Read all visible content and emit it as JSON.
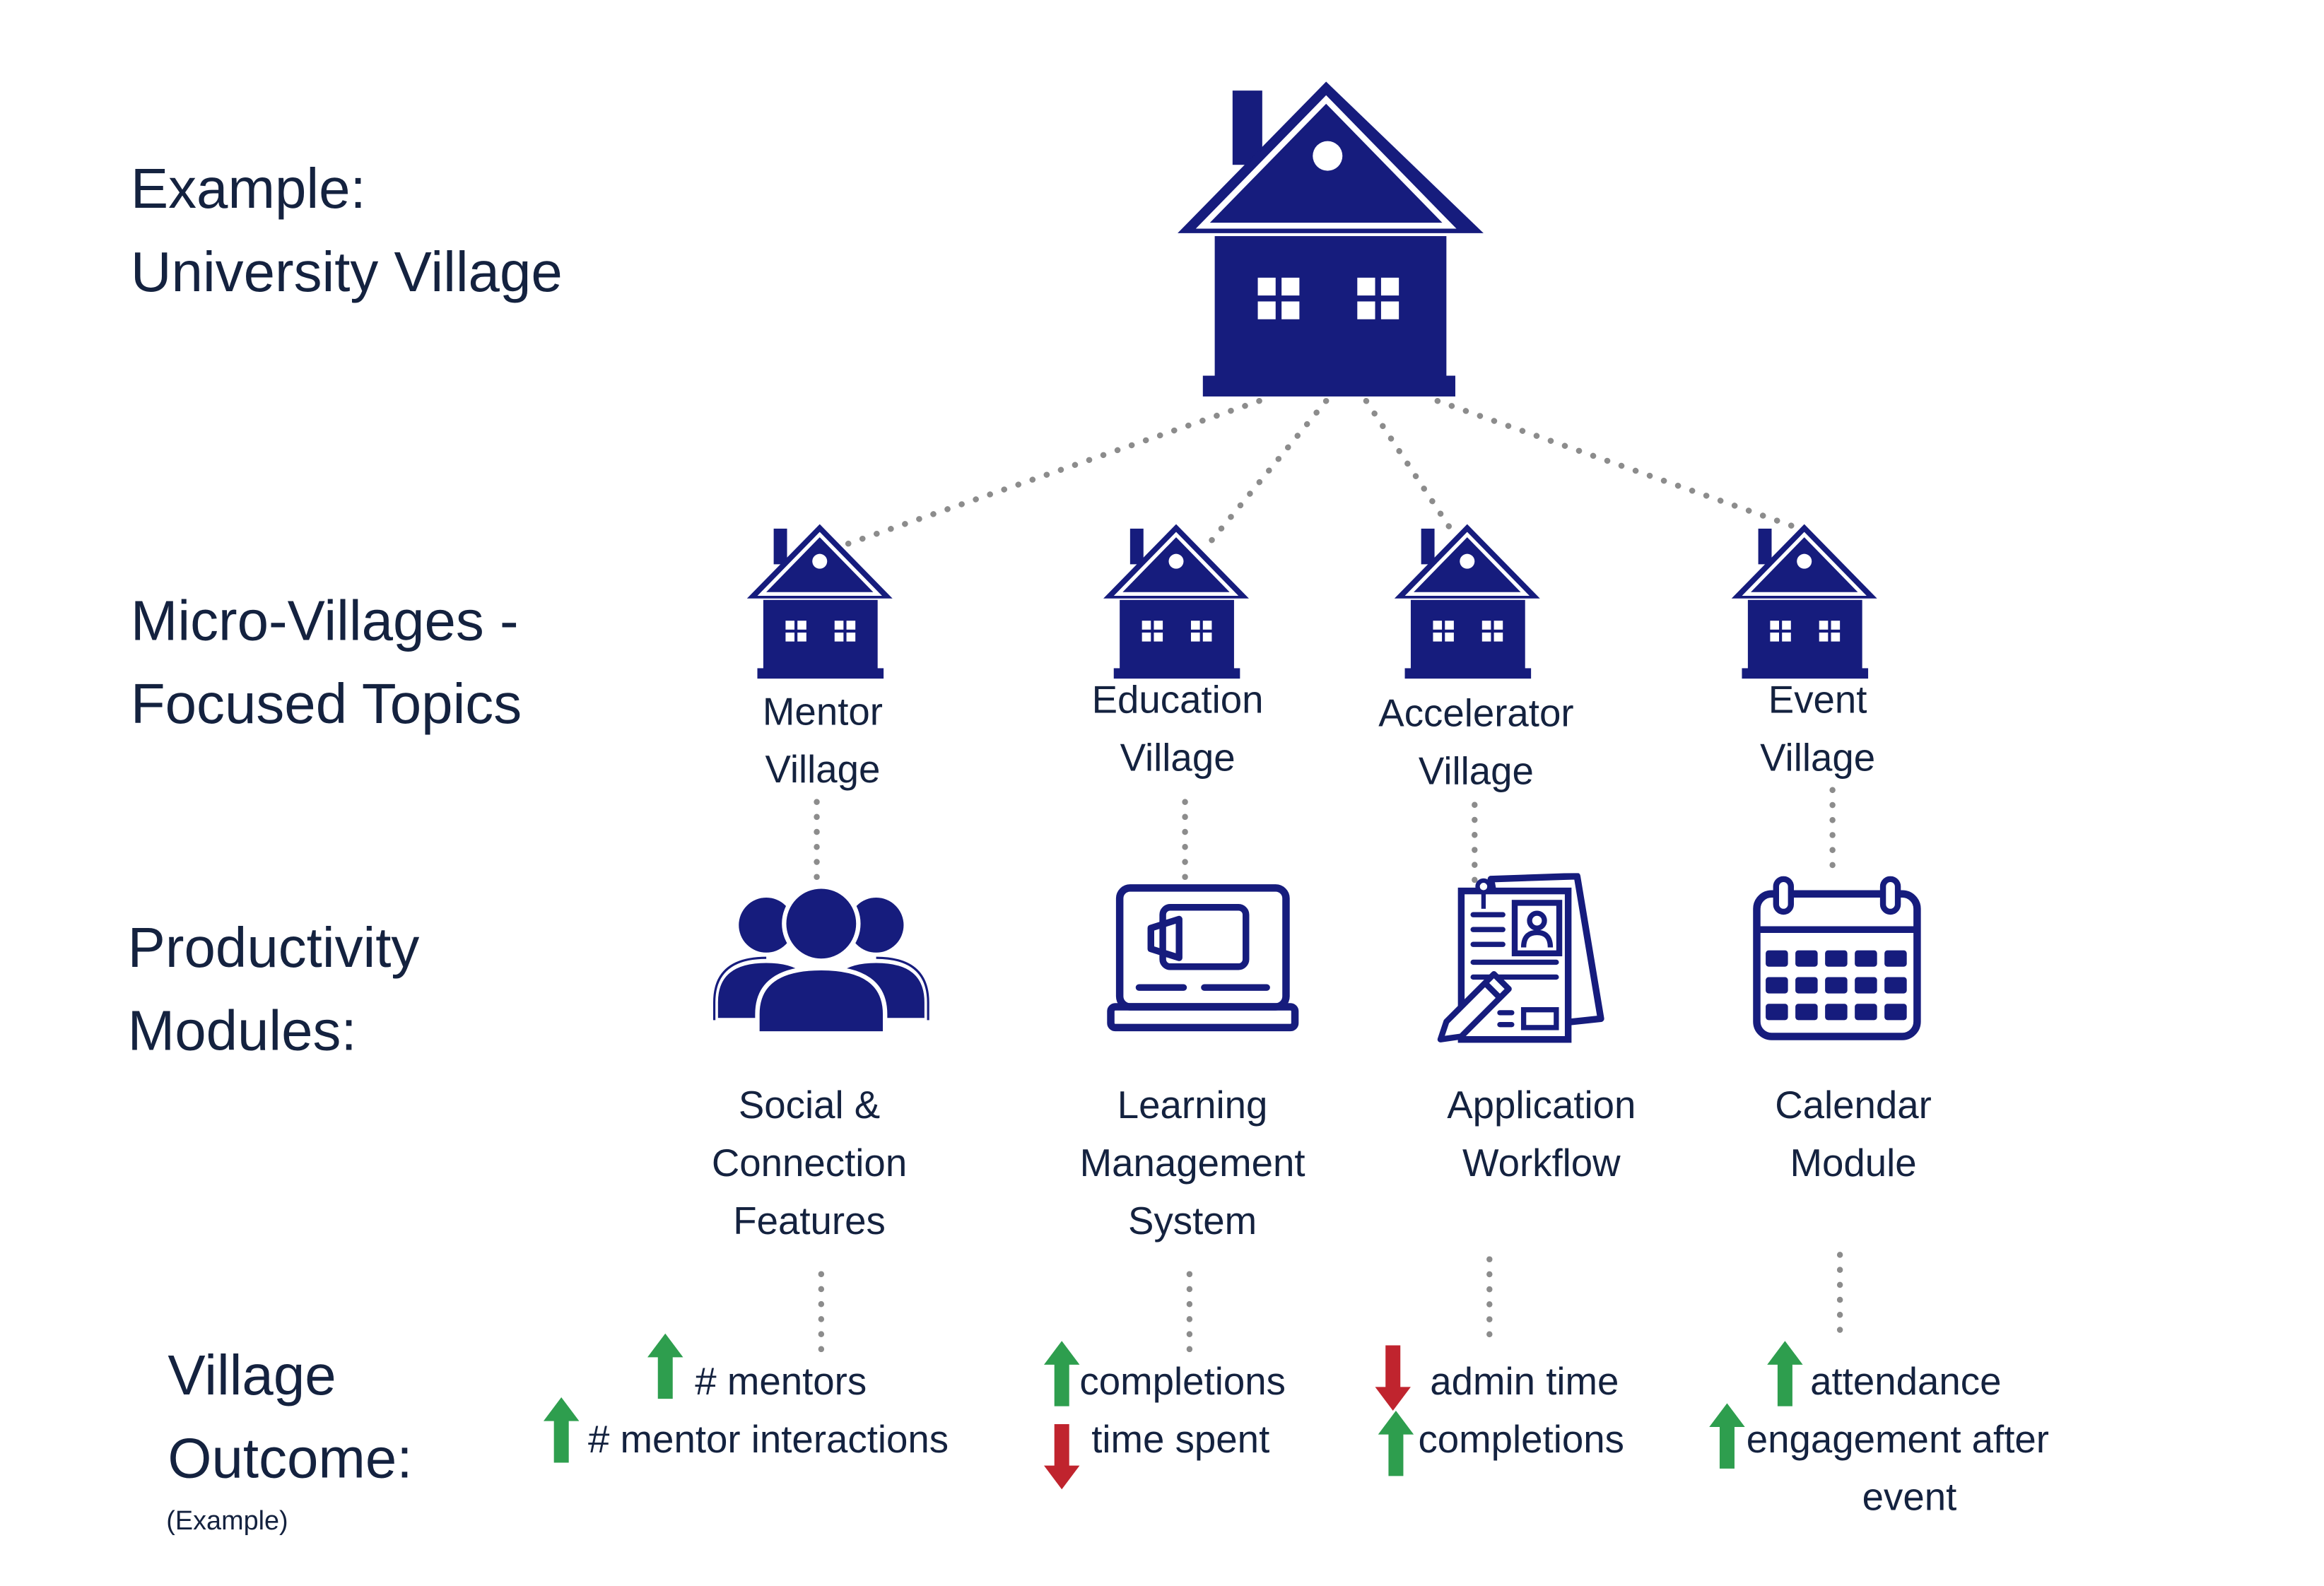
{
  "row_labels": {
    "example": [
      "Example:",
      "University Village"
    ],
    "micro": [
      "Micro-Villages -",
      "Focused Topics"
    ],
    "productivity": [
      "Productivity",
      "Modules:"
    ],
    "outcome": [
      "Village",
      "Outcome:"
    ],
    "outcome_note": "(Example)"
  },
  "colors": {
    "navy": "#161c7d",
    "text": "#14223f",
    "dots": "#8c8c8c",
    "up": "#2e9e4e",
    "down": "#c0242e"
  },
  "micro_villages": [
    {
      "name": [
        "Mentor",
        "Village"
      ],
      "icon": "house-icon"
    },
    {
      "name": [
        "Education",
        "Village"
      ],
      "icon": "house-icon"
    },
    {
      "name": [
        "Accelerator",
        "Village"
      ],
      "icon": "house-icon"
    },
    {
      "name": [
        "Event",
        "Village"
      ],
      "icon": "house-icon"
    }
  ],
  "modules": [
    {
      "name": [
        "Social &",
        "Connection",
        "Features"
      ],
      "icon": "people-group-icon"
    },
    {
      "name": [
        "Learning",
        "Management",
        "System"
      ],
      "icon": "laptop-video-icon"
    },
    {
      "name": [
        "Application",
        "Workflow"
      ],
      "icon": "document-form-icon"
    },
    {
      "name": [
        "Calendar",
        "Module"
      ],
      "icon": "calendar-icon"
    }
  ],
  "outcomes": [
    {
      "items": [
        {
          "text": "# mentors",
          "trend": "up"
        },
        {
          "text": "# mentor interactions",
          "trend": "up"
        }
      ]
    },
    {
      "items": [
        {
          "text": "completions",
          "trend": "up"
        },
        {
          "text": "time spent",
          "trend": "down"
        }
      ]
    },
    {
      "items": [
        {
          "text": "admin time",
          "trend": "down"
        },
        {
          "text": "completions",
          "trend": "up"
        }
      ]
    },
    {
      "items": [
        {
          "text": "attendance",
          "trend": "up"
        },
        {
          "text": "engagement after",
          "trend": "up"
        },
        {
          "text": "event",
          "trend": "none"
        }
      ]
    }
  ]
}
